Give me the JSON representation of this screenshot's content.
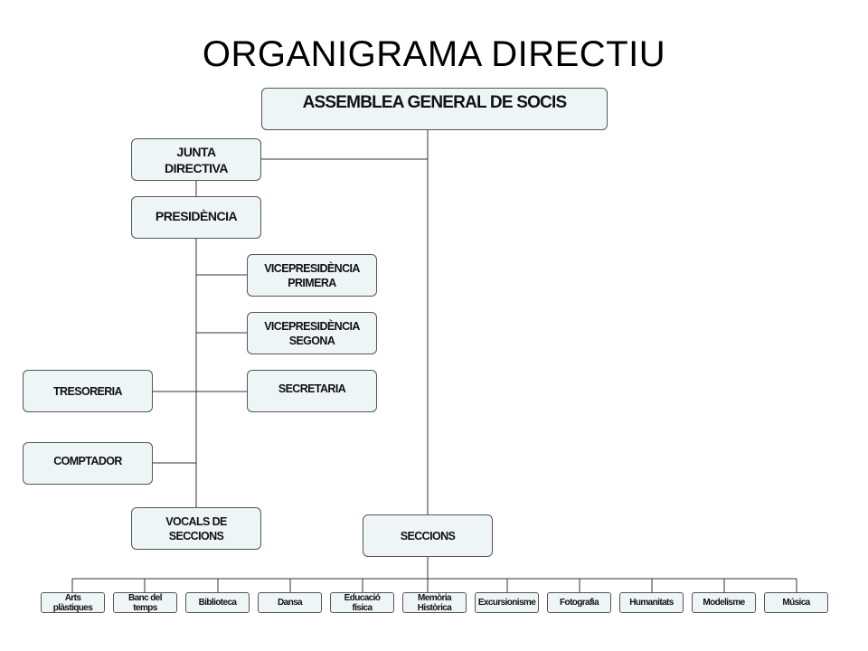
{
  "title": "ORGANIGRAMA DIRECTIU",
  "nodes": {
    "assemblea": "ASSEMBLEA GENERAL DE SOCIS",
    "junta_line1": "JUNTA",
    "junta_line2": "DIRECTIVA",
    "presidencia": "PRESIDÈNCIA",
    "vice1_line1": "VICEPRESIDÈNCIA",
    "vice1_line2": "PRIMERA",
    "vice2_line1": "VICEPRESIDÈNCIA",
    "vice2_line2": "SEGONA",
    "tresoreria": "TRESORERIA",
    "secretaria": "SECRETARIA",
    "comptador": "COMPTADOR",
    "vocals_line1": "VOCALS DE",
    "vocals_line2": "SECCIONS",
    "seccions": "SECCIONS"
  },
  "sections": [
    {
      "line1": "Arts",
      "line2": "plàstiques"
    },
    {
      "line1": "Banc del",
      "line2": "temps"
    },
    {
      "line1": "Biblioteca",
      "line2": ""
    },
    {
      "line1": "Dansa",
      "line2": ""
    },
    {
      "line1": "Educació",
      "line2": "física"
    },
    {
      "line1": "Memòria",
      "line2": "Històrica"
    },
    {
      "line1": "Excursionisme",
      "line2": ""
    },
    {
      "line1": "Fotografia",
      "line2": ""
    },
    {
      "line1": "Humanitats",
      "line2": ""
    },
    {
      "line1": "Modelisme",
      "line2": ""
    },
    {
      "line1": "Música",
      "line2": ""
    }
  ],
  "colors": {
    "box_fill": "#eef5f7",
    "box_border": "#555555",
    "line": "#333333"
  }
}
